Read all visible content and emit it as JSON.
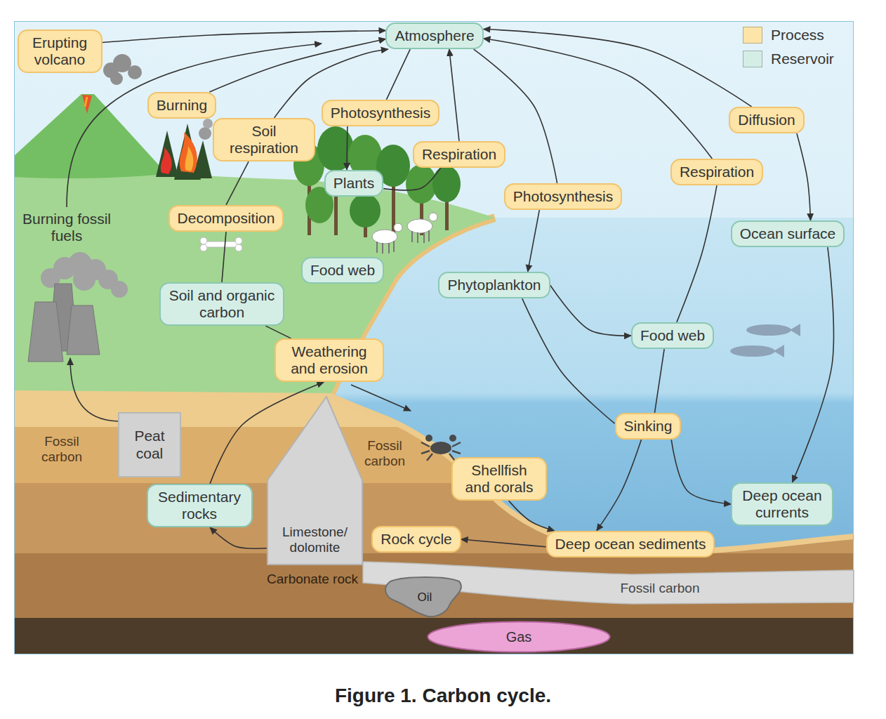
{
  "diagram": {
    "caption": "Figure 1. Carbon cycle.",
    "nodes": [
      {
        "text": [
          "Erupting volcano"
        ]
      },
      {
        "text": [
          "Atmosphere"
        ]
      },
      {
        "text": [
          "Burning"
        ]
      },
      {
        "text": [
          "Soil respiration"
        ]
      },
      {
        "text": [
          "Photosynthesis"
        ]
      },
      {
        "text": [
          "Respiration"
        ]
      },
      {
        "text": [
          "Diffusion"
        ]
      },
      {
        "text": [
          "Plants"
        ]
      },
      {
        "text": [
          "Respiration"
        ]
      },
      {
        "text": [
          "Photosynthesis"
        ]
      },
      {
        "text": [
          "Decomposition"
        ]
      },
      {
        "text": [
          "Ocean surface"
        ]
      },
      {
        "text": [
          "Food web"
        ]
      },
      {
        "text": [
          "Phytoplankton"
        ]
      },
      {
        "text": [
          "Soil and organic carbon"
        ]
      },
      {
        "text": [
          "Food web"
        ]
      },
      {
        "text": [
          "Weathering and erosion"
        ]
      },
      {
        "text": [
          "Sinking"
        ]
      },
      {
        "text": [
          "Peat coal"
        ]
      },
      {
        "text": [
          "Shellfish and corals"
        ]
      },
      {
        "text": [
          "Sedimentary rocks"
        ]
      },
      {
        "text": [
          "Deep ocean currents"
        ]
      },
      {
        "text": [
          "Limestone/ dolomite"
        ]
      },
      {
        "text": [
          "Rock cycle"
        ]
      },
      {
        "text": [
          "Deep ocean sediments"
        ]
      },
      {
        "text": [
          "Oil"
        ]
      },
      {
        "text": [
          "Gas"
        ]
      }
    ],
    "edges": [
      {
        "from": 0,
        "to": 1,
        "arrow": "to"
      },
      {
        "from": 2,
        "to": 1,
        "arrow": "to"
      },
      {
        "from": 3,
        "to": 1,
        "arrow": "to"
      },
      {
        "from": 10,
        "to": 3,
        "arrow": "none"
      },
      {
        "from": 14,
        "to": 10,
        "arrow": "none"
      },
      {
        "from": 14,
        "to": 16,
        "arrow": "none"
      },
      {
        "from": 1,
        "to": 4,
        "arrow": "none"
      },
      {
        "from": 4,
        "to": 7,
        "arrow": "to"
      },
      {
        "from": 7,
        "to": 5,
        "arrow": "none"
      },
      {
        "from": 5,
        "to": 1,
        "arrow": "to"
      },
      {
        "from": 1,
        "to": 9,
        "arrow": "none"
      },
      {
        "from": 9,
        "to": 13,
        "arrow": "to"
      },
      {
        "from": 15,
        "to": 8,
        "arrow": "none"
      },
      {
        "from": 8,
        "to": 1,
        "arrow": "to"
      },
      {
        "from": 6,
        "to": 1,
        "arrow": "to"
      },
      {
        "from": 6,
        "to": 11,
        "arrow": "to"
      },
      {
        "from": 11,
        "to": 21,
        "arrow": "to"
      },
      {
        "from": 13,
        "to": 15,
        "arrow": "to"
      },
      {
        "from": 13,
        "to": 17,
        "arrow": "none"
      },
      {
        "from": 15,
        "to": 17,
        "arrow": "none"
      },
      {
        "from": 17,
        "to": 24,
        "arrow": "to"
      },
      {
        "from": 17,
        "to": 21,
        "arrow": "to"
      },
      {
        "from": 19,
        "to": 24,
        "arrow": "to"
      },
      {
        "from": 24,
        "to": 23,
        "arrow": "to"
      },
      {
        "from": 22,
        "to": 20,
        "arrow": "to"
      },
      {
        "from": 20,
        "to": 16,
        "arrow": "to"
      }
    ],
    "labels": [
      "Burning fossil fuels",
      "Fossil carbon",
      "Fossil carbon",
      "Carbonate rock",
      "Fossil carbon"
    ],
    "legend": [
      {
        "text": "Process",
        "color": "#fde4a8"
      },
      {
        "text": "Reservoir",
        "color": "#d4eee6"
      }
    ]
  }
}
